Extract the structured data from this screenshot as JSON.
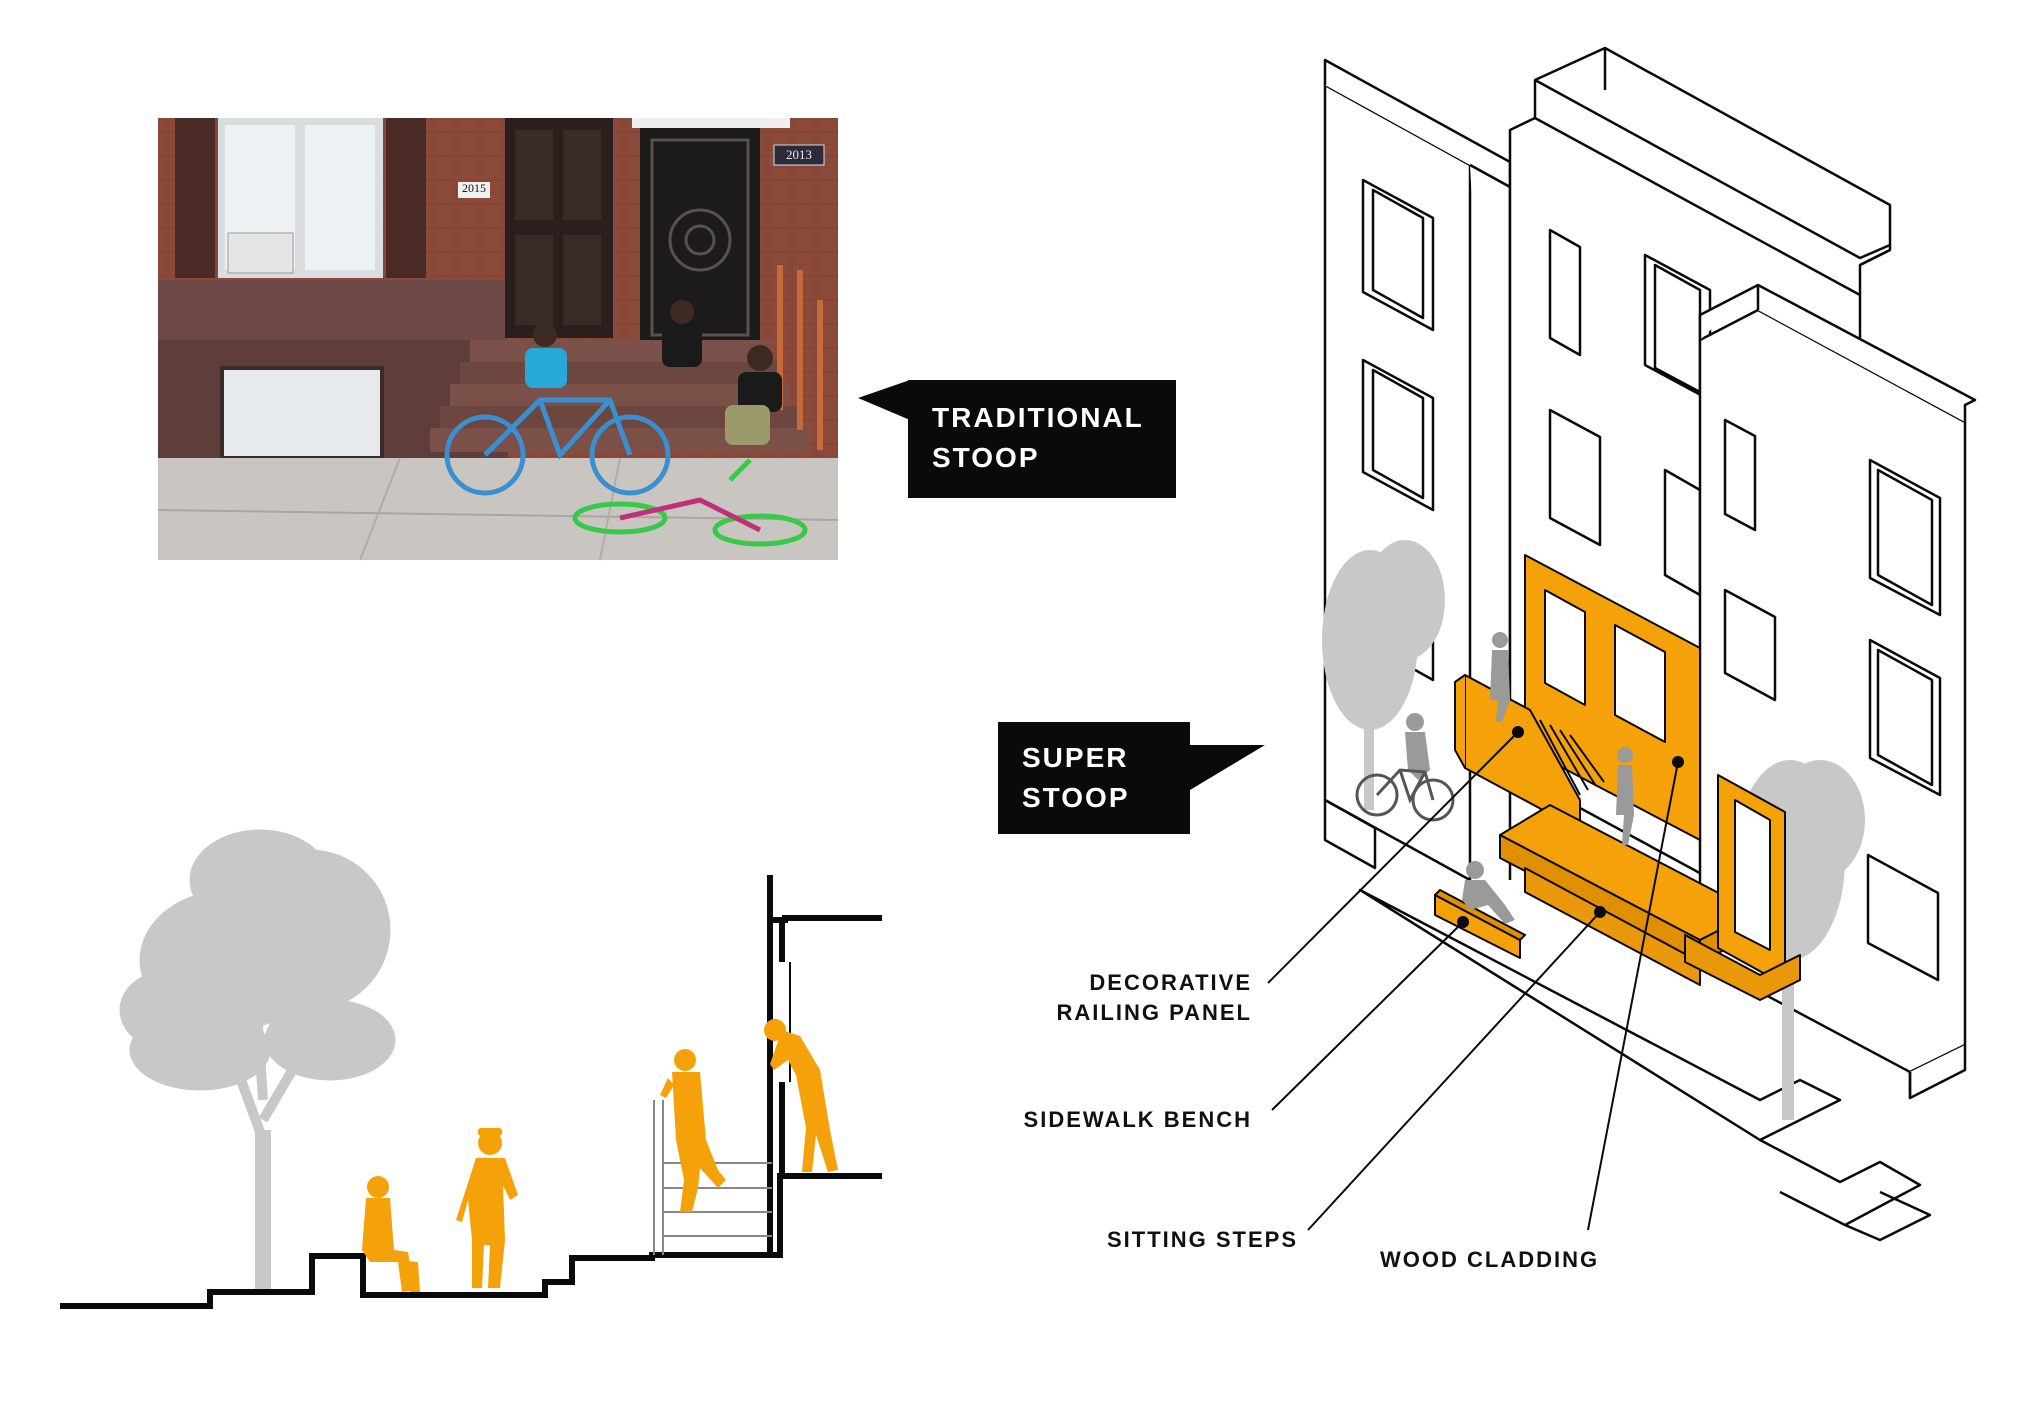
{
  "photo": {
    "house_numbers": [
      "2015",
      "2013"
    ],
    "colors": {
      "brick": "#8b4a3a",
      "door": "#2b1f1e",
      "sidewalk": "#c9c6c2",
      "bike_blue": "#3a8fd0",
      "bike_pink": "#c0307a",
      "bike_green": "#39c94a"
    }
  },
  "callouts": {
    "traditional": [
      "TRADITIONAL",
      "STOOP"
    ],
    "super": [
      "SUPER",
      "STOOP"
    ]
  },
  "labels": {
    "railing": [
      "DECORATIVE",
      "RAILING PANEL"
    ],
    "bench": "SIDEWALK BENCH",
    "steps": "SITTING STEPS",
    "cladding": "WOOD CLADDING"
  },
  "colors": {
    "accent": "#f5a20a",
    "figure_gray": "#9a9a9a",
    "tree_gray": "#c8c8c8",
    "ink": "#0a0a0a"
  }
}
